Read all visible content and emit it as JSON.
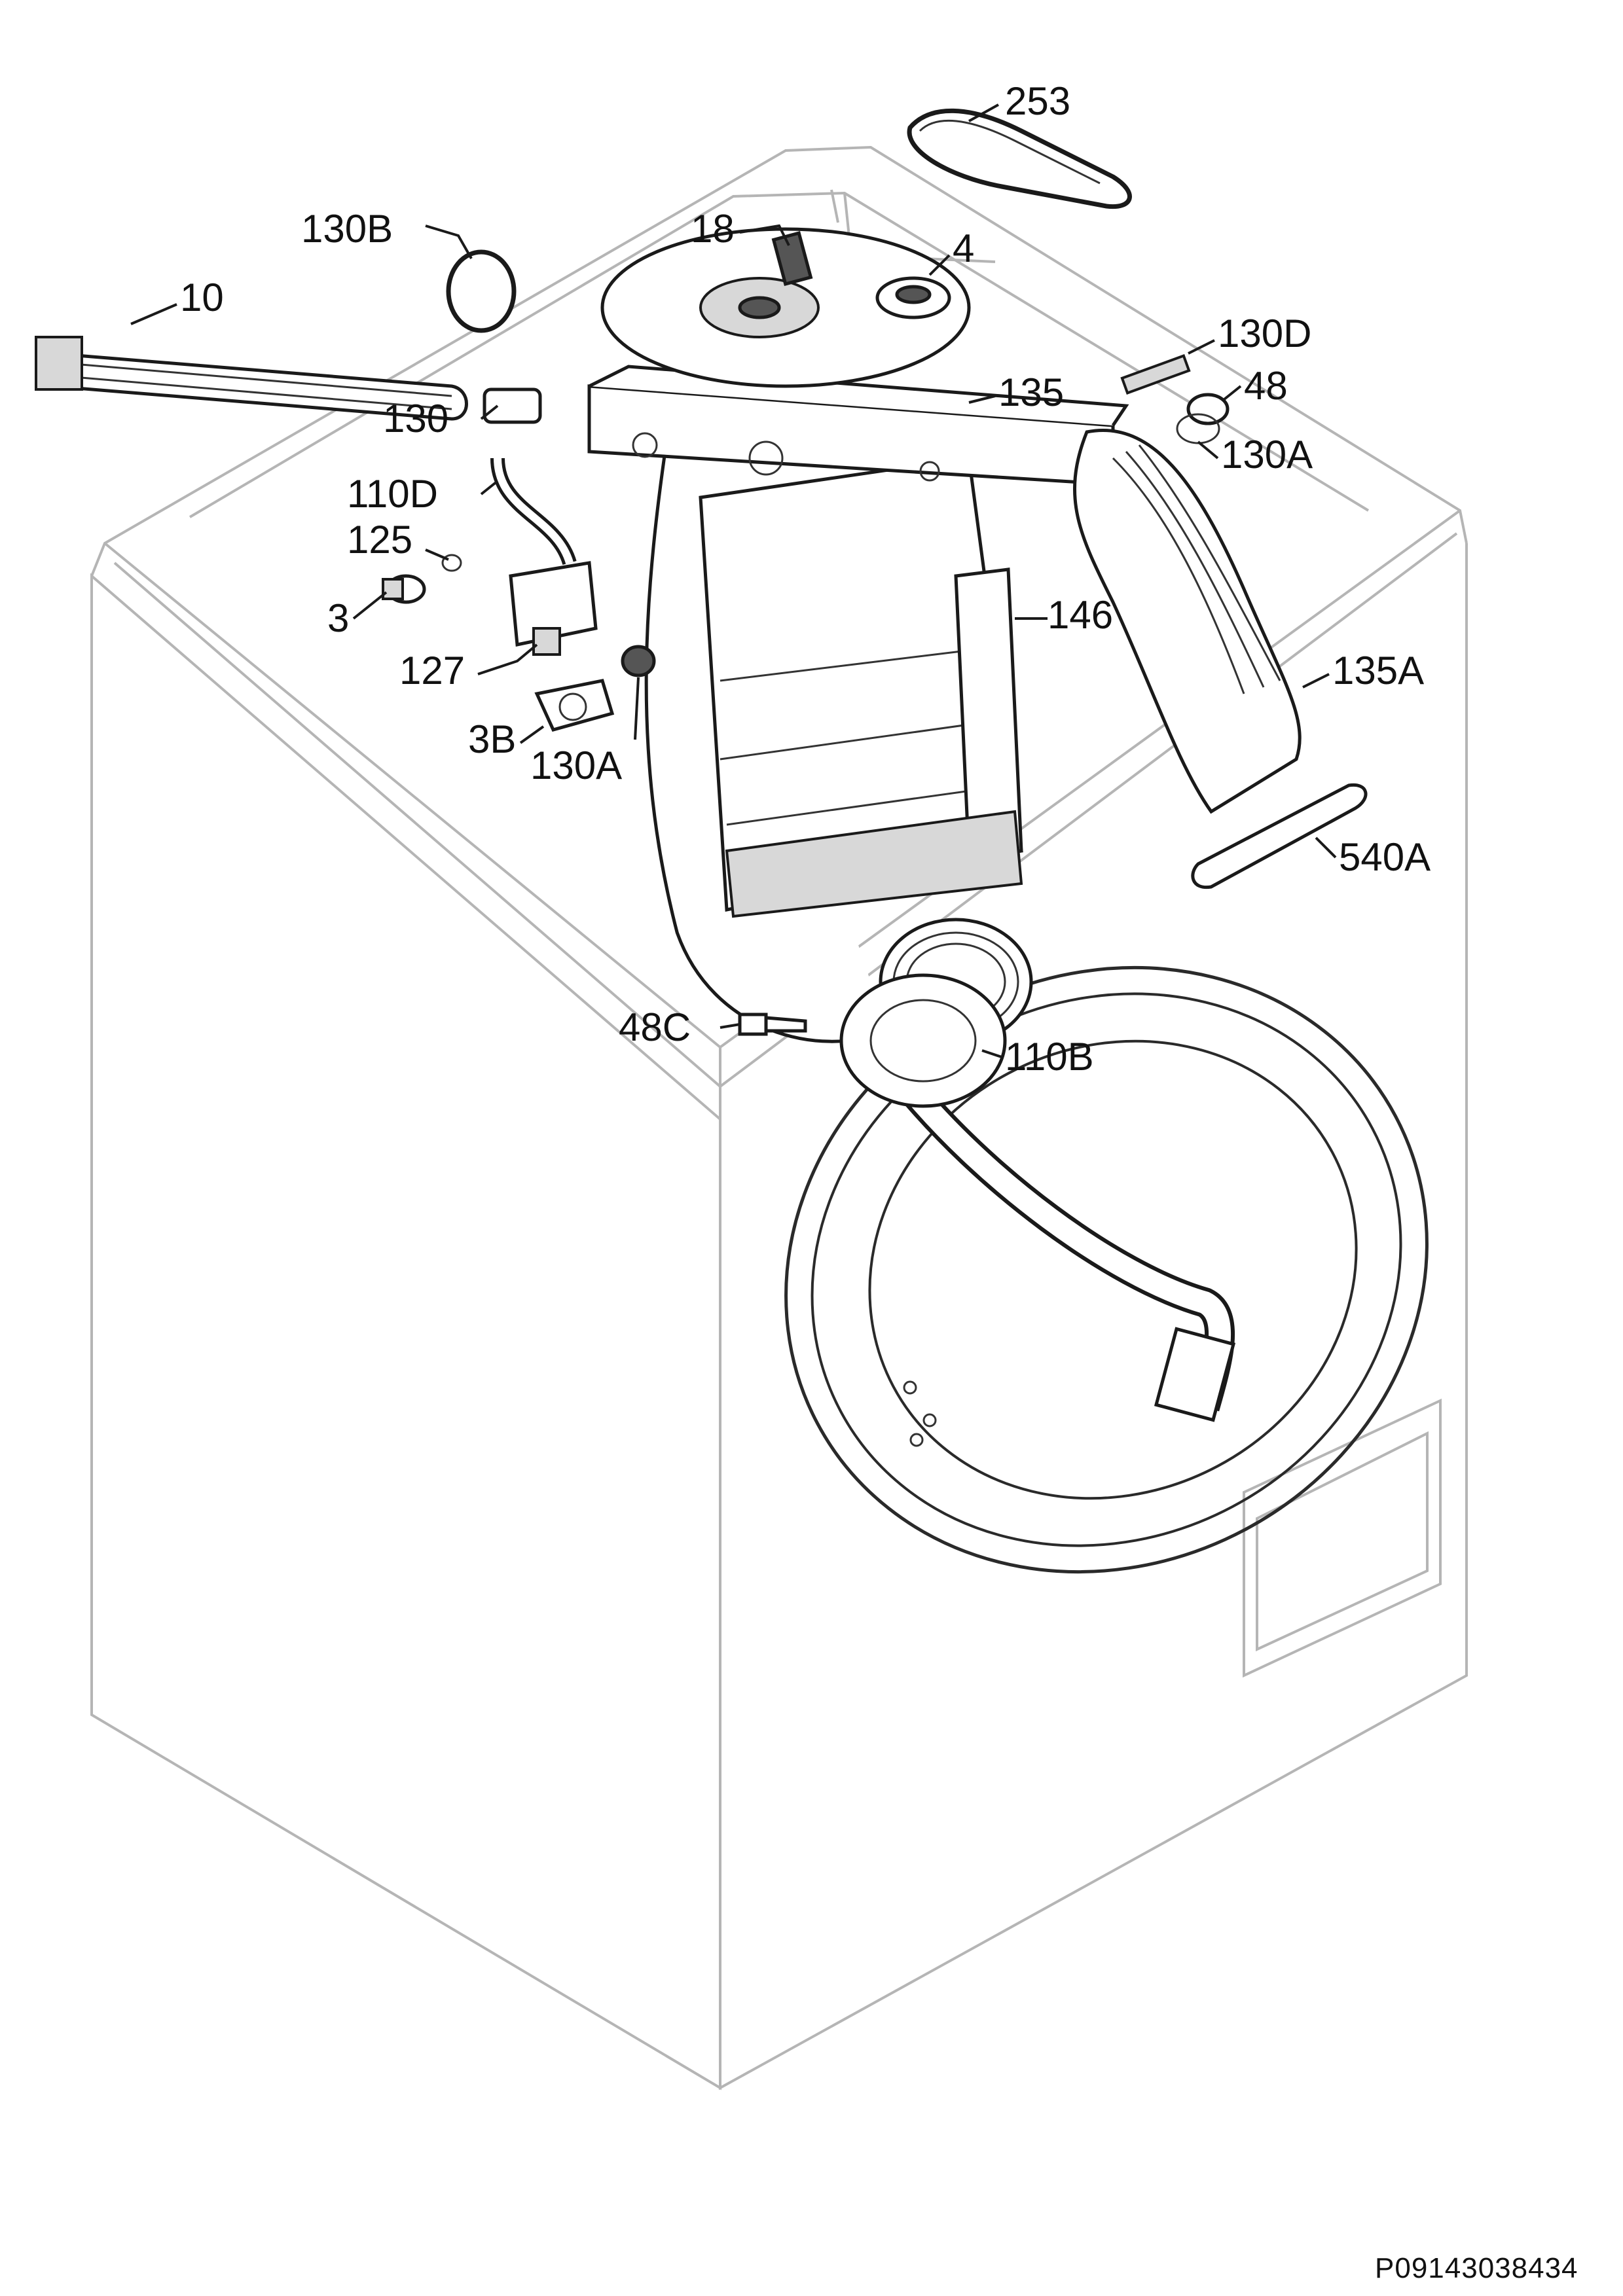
{
  "diagram": {
    "labels": [
      {
        "id": "253",
        "text": "253"
      },
      {
        "id": "130B",
        "text": "130B"
      },
      {
        "id": "18",
        "text": "18"
      },
      {
        "id": "4",
        "text": "4"
      },
      {
        "id": "10",
        "text": "10"
      },
      {
        "id": "130D",
        "text": "130D"
      },
      {
        "id": "48",
        "text": "48"
      },
      {
        "id": "135",
        "text": "135"
      },
      {
        "id": "130A-right",
        "text": "130A"
      },
      {
        "id": "130",
        "text": "130"
      },
      {
        "id": "110D",
        "text": "110D"
      },
      {
        "id": "125",
        "text": "125"
      },
      {
        "id": "3",
        "text": "3"
      },
      {
        "id": "146",
        "text": "146"
      },
      {
        "id": "127",
        "text": "127"
      },
      {
        "id": "135A",
        "text": "135A"
      },
      {
        "id": "3B",
        "text": "3B"
      },
      {
        "id": "130A-left",
        "text": "130A"
      },
      {
        "id": "540A",
        "text": "540A"
      },
      {
        "id": "48C",
        "text": "48C"
      },
      {
        "id": "110B",
        "text": "110B"
      }
    ],
    "code": "P09143038434"
  }
}
